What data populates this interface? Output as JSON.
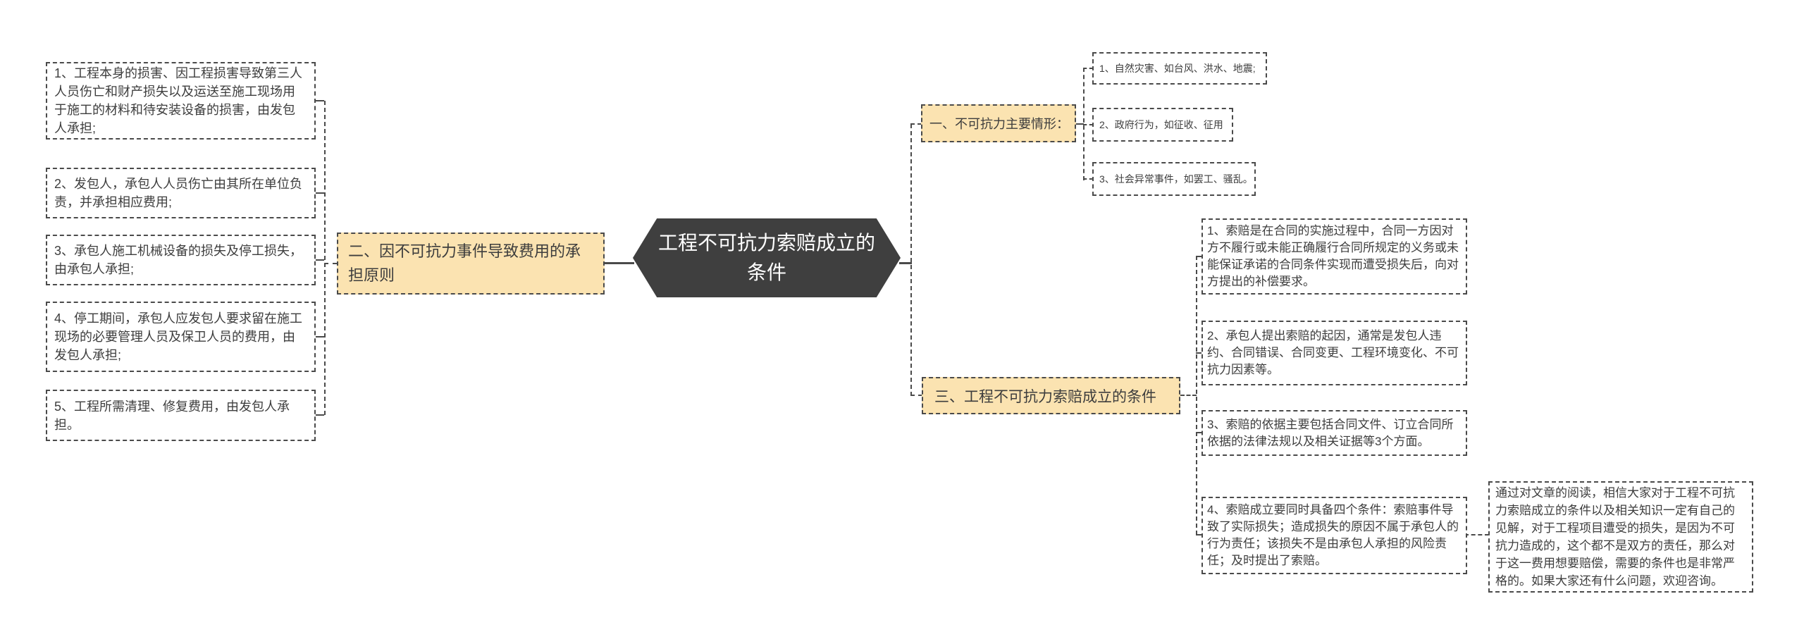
{
  "colors": {
    "node_fill": "#fbe3b1",
    "root_fill": "#3f3f3f",
    "root_text": "#ffffff",
    "line": "#4a4a4a",
    "text": "#3d3d3d"
  },
  "root": {
    "label": "工程不可抗力索赔成立的条件"
  },
  "branch_one": {
    "label": "一、不可抗力主要情形：",
    "items": [
      "1、自然灾害、如台风、洪水、地震;",
      "2、政府行为，如征收、征用",
      "3、社会异常事件，如罢工、骚乱。"
    ]
  },
  "branch_two": {
    "label": "二、因不可抗力事件导致费用的承担原则",
    "items": [
      "1、工程本身的损害、因工程损害导致第三人人员伤亡和财产损失以及运送至施工现场用于施工的材料和待安装设备的损害，由发包人承担;",
      "2、发包人，承包人人员伤亡由其所在单位负责，并承担相应费用;",
      "3、承包人施工机械设备的损失及停工损失，由承包人承担;",
      "4、停工期间，承包人应发包人要求留在施工现场的必要管理人员及保卫人员的费用，由发包人承担;",
      "5、工程所需清理、修复费用，由发包人承担。"
    ]
  },
  "branch_three": {
    "label": "三、工程不可抗力索赔成立的条件",
    "items": [
      "1、索赔是在合同的实施过程中，合同一方因对方不履行或未能正确履行合同所规定的义务或未能保证承诺的合同条件实现而遭受损失后，向对方提出的补偿要求。",
      "2、承包人提出索赔的起因，通常是发包人违约、合同错误、合同变更、工程环境变化、不可抗力因素等。",
      "3、索赔的依据主要包括合同文件、订立合同所依据的法律法规以及相关证据等3个方面。",
      "4、索赔成立要同时具备四个条件：索赔事件导致了实际损失；造成损失的原因不属于承包人的行为责任；该损失不是由承包人承担的风险责任；及时提出了索赔。"
    ],
    "note": "通过对文章的阅读，相信大家对于工程不可抗力索赔成立的条件以及相关知识一定有自己的见解，对于工程项目遭受的损失，是因为不可抗力造成的，这个都不是双方的责任，那么对于这一费用想要赔偿，需要的条件也是非常严格的。如果大家还有什么问题，欢迎咨询。"
  }
}
